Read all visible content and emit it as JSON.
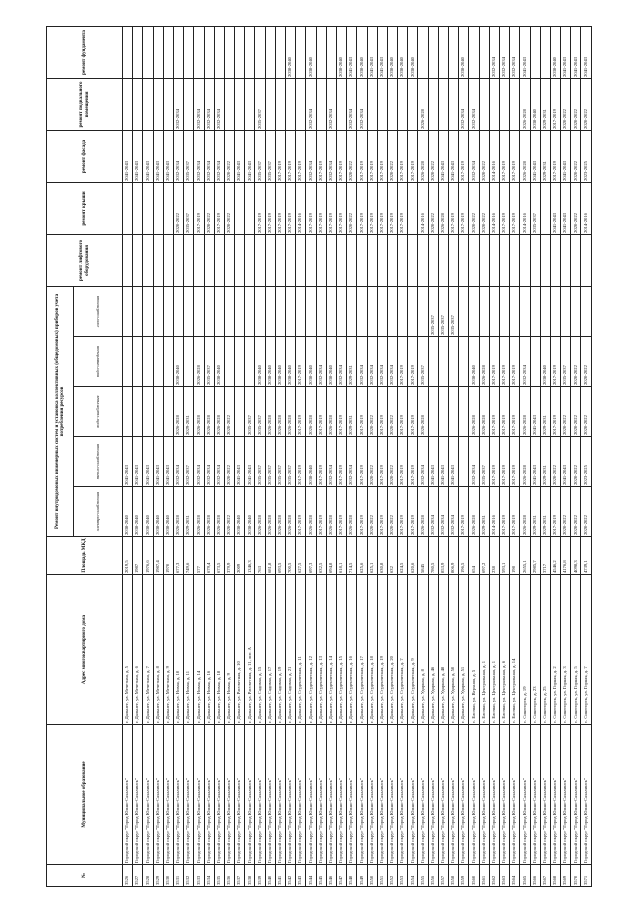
{
  "headers": {
    "num": "№",
    "municipality": "Муниципальное образование",
    "address": "Адрес многоквартирного дома",
    "area": "Площадь МКД",
    "group": "Ремонт внутридомовых инженерных систем и установка коллективных (общедомовых) приборов учета потребления ресурсов",
    "sub": [
      "электро-снабжения",
      "тепло-снабжения",
      "водо-снабжения",
      "водо-отведения",
      "газо-снабжения"
    ],
    "elevator": "ремонт лифтового оборудования",
    "roof": "ремонт крыши",
    "facade": "ремонт фасада",
    "basement": "ремонт подвального помещения",
    "foundation": "ремонт фундамента"
  },
  "rows": [
    [
      "3526",
      "Городской округ \"Город Южно-Сахалинск\"",
      "г. Дальнее, ул. Мечетная, д. 5",
      "2019,5",
      "2038-2040",
      "2041-2043",
      "",
      "",
      "",
      "",
      "",
      "2041-2043",
      "",
      ""
    ],
    [
      "3527",
      "Городской округ \"Город Южно-Сахалинск\"",
      "г. Дальнее, ул. Мечетная, д. 6",
      "1987",
      "2038-2040",
      "2041-2043",
      "",
      "",
      "",
      "",
      "",
      "2041-2043",
      "",
      ""
    ],
    [
      "3528",
      "Городской округ \"Город Южно-Сахалинск\"",
      "г. Дальнее, ул. Мечетная, д. 7",
      "1976,6",
      "2038-2040",
      "2041-2043",
      "",
      "",
      "",
      "",
      "",
      "2041-2043",
      "",
      ""
    ],
    [
      "3529",
      "Городской округ \"Город Южно-Сахалинск\"",
      "г. Дальнее, ул. Мечетная, д. 8",
      "1987,4",
      "2038-2040",
      "2041-2043",
      "",
      "",
      "",
      "",
      "",
      "2041-2043",
      "",
      ""
    ],
    [
      "3530",
      "Городской округ \"Город Южно-Сахалинск\"",
      "г. Дальнее, ул. Мечетная, д. 9",
      "1970",
      "2038-2040",
      "2041-2043",
      "",
      "",
      "",
      "",
      "",
      "2041-2043",
      "",
      ""
    ],
    [
      "3531",
      "Городской округ \"Город Южно-Сахалинск\"",
      "г. Дальнее, ул. Новая, д. 10",
      "677,3",
      "2026-2028",
      "2032-2034",
      "2026-2028",
      "2038-2040",
      "",
      "",
      "2020-2022",
      "2032-2034",
      "2032-2034",
      ""
    ],
    [
      "3532",
      "Городской округ \"Город Южно-Сахалинск\"",
      "г. Дальнее, ул. Новая, д. 11",
      "749,6",
      "2029-2031",
      "2032-2037",
      "2029-2031",
      "",
      "",
      "",
      "2035-2037",
      "2035-2037",
      "",
      ""
    ],
    [
      "3533",
      "Городской округ \"Город Южно-Сахалинск\"",
      "г. Дальнее, ул. Новая, д. 14",
      "577",
      "2026-2028",
      "2032-2034",
      "2026-2028",
      "2026-2028",
      "",
      "",
      "2017-2019",
      "2032-2034",
      "2032-2034",
      ""
    ],
    [
      "3534",
      "Городской округ \"Город Южно-Сахалинск\"",
      "г. Дальнее, ул. Новая, д. 16",
      "679,4",
      "2026-2028",
      "2032-2034",
      "2026-2028",
      "2035-2037",
      "",
      "",
      "2020-2022",
      "2032-2034",
      "2032-2034",
      ""
    ],
    [
      "3535",
      "Городской округ \"Город Южно-Сахалинск\"",
      "г. Дальнее, ул. Новая, д. 18",
      "673,5",
      "2026-2028",
      "2032-2034",
      "2026-2028",
      "2038-2040",
      "",
      "",
      "2017-2019",
      "2032-2034",
      "2032-2034",
      ""
    ],
    [
      "3536",
      "Городской округ \"Город Южно-Сахалинск\"",
      "г. Дальнее, ул. Новая, д. 9",
      "379,9",
      "2020-2022",
      "2020-2022",
      "2020-2022",
      "",
      "",
      "",
      "2020-2022",
      "2020-2022",
      "",
      ""
    ],
    [
      "3537",
      "Городской округ \"Город Южно-Сахалинск\"",
      "г. Дальнее, ул. Рассветная, д. 10",
      "2009",
      "2038-2040",
      "2041-2043",
      "",
      "",
      "",
      "",
      "",
      "2041-2043",
      "",
      ""
    ],
    [
      "3538",
      "Городской округ \"Город Южно-Сахалинск\"",
      "г. Дальнее, ул. Рассветная, д. 11, лит. А",
      "1346,3",
      "2038-2040",
      "2041-2043",
      "2035-2037",
      "",
      "",
      "",
      "",
      "2041-2043",
      "",
      ""
    ],
    [
      "3539",
      "Городской округ \"Город Южно-Сахалинск\"",
      "г. Дальнее, ул. Садовая, д. 15",
      "763",
      "2026-2028",
      "2035-2037",
      "2035-2037",
      "2038-2040",
      "",
      "",
      "2017-2019",
      "2035-2037",
      "2035-2037",
      ""
    ],
    [
      "3540",
      "Городской округ \"Город Южно-Сахалинск\"",
      "г. Дальнее, ул. Садовая, д. 17",
      "681,8",
      "2026-2028",
      "2035-2037",
      "2026-2028",
      "2038-2040",
      "",
      "",
      "2017-2019",
      "2035-2037",
      "",
      ""
    ],
    [
      "3541",
      "Городской округ \"Город Южно-Сахалинск\"",
      "г. Дальнее, ул. Садовая, д. 19",
      "693,5",
      "2026-2028",
      "2035-2037",
      "2026-2028",
      "2038-2040",
      "",
      "",
      "2017-2019",
      "2017-2019",
      "",
      ""
    ],
    [
      "3542",
      "Городской округ \"Город Южно-Сахалинск\"",
      "г. Дальнее, ул. Садовая, д. 21",
      "700,5",
      "2026-2028",
      "2035-2037",
      "2026-2028",
      "2038-2040",
      "",
      "",
      "2017-2019",
      "2017-2019",
      "",
      "2038-2040"
    ],
    [
      "3543",
      "Городской округ \"Город Южно-Сахалинск\"",
      "г. Дальнее, ул. Студенческая, д. 11",
      "627,5",
      "2017-2019",
      "2017-2019",
      "2017-2019",
      "2017-2019",
      "",
      "",
      "2014-2016",
      "2017-2019",
      "",
      ""
    ],
    [
      "3544",
      "Городской округ \"Город Южно-Сахалинск\"",
      "г. Дальнее, ул. Студенческая, д. 12",
      "697,3",
      "2026-2028",
      "2038-2040",
      "2026-2028",
      "2038-2040",
      "",
      "",
      "2017-2019",
      "2032-2034",
      "2032-2034",
      "2038-2040"
    ],
    [
      "3545",
      "Городской округ \"Город Южно-Сахалинск\"",
      "г. Дальнее, ул. Студенческая, д. 13",
      "632,5",
      "2017-2019",
      "2017-2019",
      "2017-2019",
      "2032-2034",
      "",
      "",
      "2017-2019",
      "2017-2019",
      "",
      ""
    ],
    [
      "3546",
      "Городской округ \"Город Южно-Сахалинск\"",
      "г. Дальнее, ул. Студенческая, д. 14",
      "694,8",
      "2026-2028",
      "2032-2034",
      "2026-2028",
      "2038-2040",
      "",
      "",
      "2017-2019",
      "2032-2034",
      "2032-2034",
      ""
    ],
    [
      "3547",
      "Городской округ \"Город Южно-Сахалинск\"",
      "г. Дальнее, ул. Студенческая, д. 15",
      "618,1",
      "2017-2019",
      "2017-2019",
      "2017-2019",
      "2032-2034",
      "",
      "",
      "2017-2019",
      "2017-2019",
      "",
      "2038-2040"
    ],
    [
      "3548",
      "Городской округ \"Город Южно-Сахалинск\"",
      "г. Дальнее, ул. Студенческая, д. 16",
      "714,5",
      "2026-2028",
      "2032-2034",
      "2029-2031",
      "2029-2031",
      "",
      "",
      "2020-2022",
      "2020-2022",
      "2032-2034",
      "2041-2043"
    ],
    [
      "3549",
      "Городской округ \"Город Южно-Сахалинск\"",
      "г. Дальнее, ул. Студенческая, д. 17",
      "625,6",
      "2017-2019",
      "2017-2019",
      "2017-2019",
      "2032-2034",
      "",
      "",
      "2017-2019",
      "2017-2019",
      "2032-2034",
      "2038-2040"
    ],
    [
      "3550",
      "Городской округ \"Город Южно-Сахалинск\"",
      "г. Дальнее, ул. Студенческая, д. 18",
      "625,1",
      "2020-2022",
      "2020-2022",
      "2020-2022",
      "2032-2034",
      "",
      "",
      "2017-2019",
      "2017-2019",
      "",
      "2041-2043"
    ],
    [
      "3551",
      "Городской округ \"Город Южно-Сахалинск\"",
      "г. Дальнее, ул. Студенческая, д. 19",
      "630,8",
      "2017-2019",
      "2017-2019",
      "2017-2019",
      "2032-2034",
      "",
      "",
      "2017-2019",
      "2017-2019",
      "",
      "2041-2043"
    ],
    [
      "3552",
      "Городской округ \"Город Южно-Сахалинск\"",
      "г. Дальнее, ул. Студенческая, д. 20",
      "632",
      "2020-2022",
      "2020-2022",
      "2020-2022",
      "2032-2034",
      "",
      "",
      "2017-2019",
      "2020-2022",
      "",
      "2038-2040"
    ],
    [
      "3553",
      "Городской округ \"Город Южно-Сахалинск\"",
      "г. Дальнее, ул. Студенческая, д. 7",
      "624,5",
      "2017-2019",
      "2017-2019",
      "2017-2019",
      "2017-2019",
      "",
      "",
      "2017-2019",
      "2017-2019",
      "",
      "2038-2040"
    ],
    [
      "3554",
      "Городской округ \"Город Южно-Сахалинск\"",
      "г. Дальнее, ул. Студенческая, д. 9",
      "620,6",
      "2017-2019",
      "2017-2019",
      "2017-2019",
      "2017-2019",
      "",
      "",
      "",
      "2017-2019",
      "",
      "2038-2040"
    ],
    [
      "3555",
      "Городской округ \"Город Южно-Сахалинск\"",
      "г. Дальнее, ул. Ударная, д. 8",
      "5845",
      "2026-2028",
      "2032-2034",
      "2026-2028",
      "2035-2037",
      "",
      "",
      "2014-2016",
      "2026-2028",
      "2026-2028",
      ""
    ],
    [
      "3556",
      "Городской округ \"Город Южно-Сахалинск\"",
      "г. Дальнее, ул. Ударная, д. 46",
      "780,5",
      "2032-2034",
      "2041-2043",
      "",
      "",
      "2035-2037",
      "",
      "2020-2022",
      "2020-2022",
      "",
      ""
    ],
    [
      "3557",
      "Городской округ \"Город Южно-Сахалинск\"",
      "г. Дальнее, ул. Ударная, д. 48",
      "853,9",
      "2032-2034",
      "2041-2043",
      "",
      "",
      "2035-2037",
      "",
      "2026-2028",
      "2041-2043",
      "",
      ""
    ],
    [
      "3558",
      "Городской округ \"Город Южно-Сахалинск\"",
      "г. Дальнее, ул. Ударная, д. 50",
      "806,9",
      "2032-2034",
      "2041-2043",
      "",
      "",
      "2035-2037",
      "",
      "2017-2019",
      "2041-2043",
      "",
      ""
    ],
    [
      "3559",
      "Городской округ \"Город Южно-Сахалинск\"",
      "г. Дальнее, ул. Ударная, д. 51",
      "196,5",
      "2017-2019",
      "",
      "",
      "",
      "",
      "",
      "2017-2019",
      "2017-2019",
      "2032-2034",
      "2038-2040"
    ],
    [
      "3560",
      "Городской округ \"Город Южно-Сахалинск\"",
      "с. Елочки, ул. Верхняя, д. 5",
      "654",
      "2026-2028",
      "2032-2034",
      "2026-2028",
      "2038-2040",
      "",
      "",
      "2020-2022",
      "2032-2034",
      "2032-2034",
      ""
    ],
    [
      "3561",
      "Городской округ \"Город Южно-Сахалинск\"",
      "с. Елочки, ул. Центральная, д. 1",
      "697,2",
      "2029-2031",
      "2035-2037",
      "2026-2028",
      "2026-2028",
      "",
      "",
      "2020-2022",
      "2020-2022",
      "",
      ""
    ],
    [
      "3562",
      "Городской округ \"Город Южно-Сахалинск\"",
      "с. Елочки, ул. Центральная, д. 1",
      "238",
      "2014-2016",
      "2017-2019",
      "2017-2019",
      "2017-2019",
      "",
      "",
      "2014-2016",
      "2014-2016",
      "",
      "2032-2034"
    ],
    [
      "3563",
      "Городской округ \"Город Южно-Сахалинск\"",
      "с. Елочки, ул. Центральная, д. 6",
      "593,1",
      "2017-2019",
      "2017-2019",
      "2017-2019",
      "2017-2019",
      "",
      "",
      "2017-2019",
      "2017-2019",
      "",
      "2032-2034"
    ],
    [
      "3564",
      "Городской округ \"Город Южно-Сахалинск\"",
      "с. Елочки, ул. Центральная, д. 14",
      "198",
      "2017-2019",
      "2017-2019",
      "2017-2019",
      "2017-2019",
      "",
      "",
      "2017-2019",
      "2017-2019",
      "",
      "2032-2034"
    ],
    [
      "3565",
      "Городской округ \"Город Южно-Сахалинск\"",
      "с. Синегорск, д. 19",
      "2655,1",
      "2026-2028",
      "2026-2028",
      "2026-2028",
      "2032-2034",
      "",
      "",
      "2014-2016",
      "2026-2028",
      "2026-2028",
      "2041-2043"
    ],
    [
      "3566",
      "Городской округ \"Город Южно-Сахалинск\"",
      "с. Синегорск, д. 23",
      "2985,7",
      "2029-2031",
      "2041-2043",
      "2041-2043",
      "",
      "",
      "",
      "2035-2037",
      "2041-2043",
      "2038-2040",
      ""
    ],
    [
      "3567",
      "Городской округ \"Город Южно-Сахалинск\"",
      "с. Синегорск, д. 25",
      "3717",
      "2029-2031",
      "2029-2031",
      "2029-2031",
      "2038-2040",
      "",
      "",
      "",
      "2029-2031",
      "2029-2031",
      ""
    ],
    [
      "3568",
      "Городской округ \"Город Южно-Сахалинск\"",
      "с. Синегорск, ул. Горная, д. 2",
      "4546,2",
      "2017-2019",
      "2020-2022",
      "2017-2019",
      "2017-2019",
      "",
      "",
      "2041-2043",
      "2017-2019",
      "2017-2019",
      "2038-2040"
    ],
    [
      "3569",
      "Городской округ \"Город Южно-Сахалинск\"",
      "с. Синегорск, ул. Горная, д. 3",
      "4176,8",
      "2020-2022",
      "2041-2043",
      "2020-2022",
      "2035-2037",
      "",
      "",
      "2041-2043",
      "2041-2043",
      "2020-2022",
      "2041-2043"
    ],
    [
      "3570",
      "Городской округ \"Город Южно-Сахалинск\"",
      "с. Синегорск, ул. Горная, д. 5",
      "4098,3",
      "2020-2022",
      "2020-2022",
      "2020-2022",
      "2020-2022",
      "",
      "",
      "2020-2022",
      "2020-2022",
      "2020-2022",
      "2041-2043"
    ],
    [
      "3571",
      "Городской округ \"Город Южно-Сахалинск\"",
      "с. Синегорск, ул. Горная, д. 7",
      "4739,1",
      "2020-2022",
      "2023-2025",
      "2020-2022",
      "2020-2022",
      "",
      "",
      "2014-2016",
      "2023-2025",
      "2020-2022",
      "2041-2043"
    ]
  ]
}
